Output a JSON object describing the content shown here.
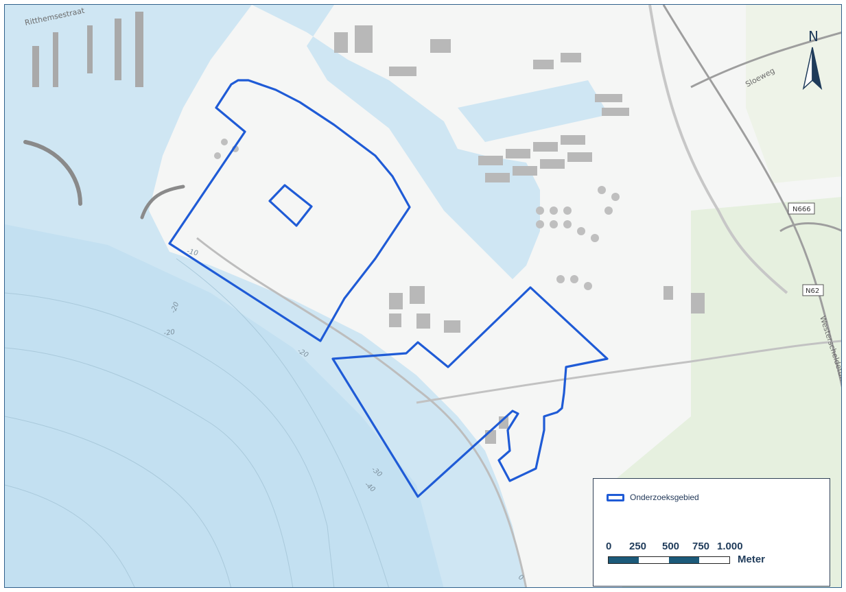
{
  "map": {
    "north_label": "N",
    "road_labels": {
      "ritthemsestraat": "Ritthemsestraat",
      "sloeweg": "Sloeweg",
      "westerscheldetunnel": "Westerscheldetun"
    },
    "road_shields": {
      "n666": "N666",
      "n62": "N62"
    },
    "depth_labels": {
      "d10": "-10",
      "d20a": "-20",
      "d20b": "-20",
      "d20c": "-20",
      "d30": "-30",
      "d40": "-40",
      "d0": "0"
    },
    "colors": {
      "water": "#cfe6f3",
      "water_deep": "#bfdff0",
      "land": "#f5f6f5",
      "green": "#e3eedb",
      "building": "#b8b8b8",
      "boundary": "#1f5bd6"
    }
  },
  "legend": {
    "item_label": "Onderzoeksgebied",
    "scale_ticks": [
      "0",
      "250",
      "500",
      "750",
      "1.000"
    ],
    "scale_unit": "Meter"
  }
}
